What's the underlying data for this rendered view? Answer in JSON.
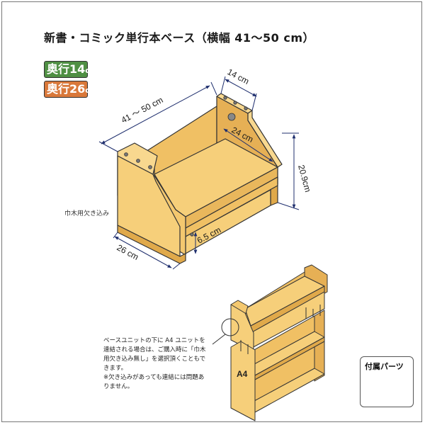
{
  "title": "新書・コミック単行本ベース（横幅 41～50 cm）",
  "badges": [
    {
      "prefix": "奥行",
      "number": "14",
      "unit": "cm",
      "color": "#4f8f43"
    },
    {
      "prefix": "奥行",
      "number": "26",
      "unit": "cm",
      "color": "#d9783a"
    }
  ],
  "dimensions": {
    "width": "41 ～ 50 cm",
    "depth_top": "14 cm",
    "depth_inner": "24 cm",
    "height": "20.9cm",
    "lower_gap": "6.5 cm",
    "depth_bottom": "26 cm"
  },
  "labels": {
    "baseboard_notch": "巾木用欠き込み",
    "a4_unit": "A4"
  },
  "notes": {
    "connection_lines": [
      "ベースユニットの下に A4 ユニットを",
      "連結される場合は、ご購入時に「巾木",
      "用欠き込み無し」を選択頂くこともで",
      "きます。"
    ],
    "caution_lines": [
      "※欠き込みがあっても連結には問題あ",
      "りません。"
    ]
  },
  "parts": {
    "title": "付属パーツ"
  },
  "colors": {
    "wood": "#f4c86f",
    "wood_dark": "#e0a94a",
    "wood_light": "#f8d88f",
    "outline": "#333333",
    "dimension_line": "#1f2f6e"
  }
}
